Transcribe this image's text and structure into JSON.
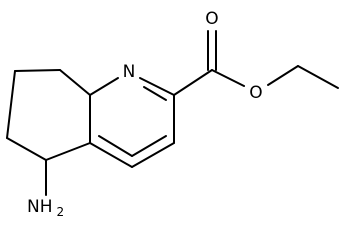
{
  "structure": {
    "atoms": {
      "ring_nitrogen": "N",
      "carbonyl_oxygen": "O",
      "ester_oxygen": "O",
      "amine": "NH2"
    },
    "amine_parts": {
      "main": "NH",
      "subscript": "2"
    },
    "colors": {
      "bond": "#000000",
      "background": "#ffffff"
    }
  }
}
